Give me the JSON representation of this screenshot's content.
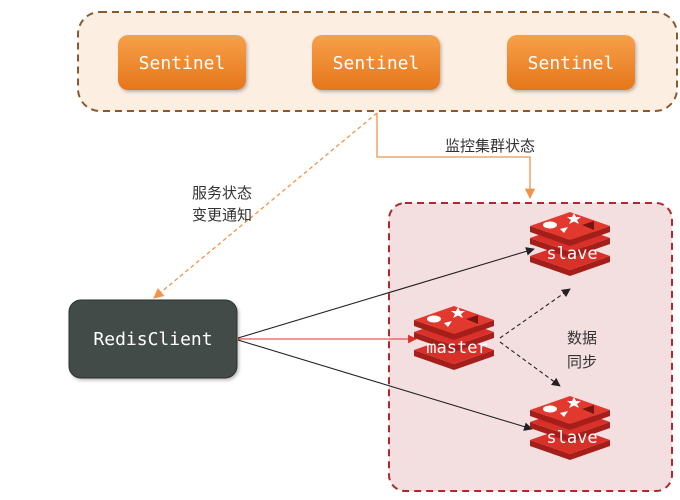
{
  "sentinels": [
    {
      "label": "Sentinel"
    },
    {
      "label": "Sentinel"
    },
    {
      "label": "Sentinel"
    }
  ],
  "client": {
    "label": "RedisClient"
  },
  "master": {
    "label": "master"
  },
  "slaves": [
    {
      "label": "slave"
    },
    {
      "label": "slave"
    }
  ],
  "annotations": {
    "monitor": "监控集群状态",
    "notify_line1": "服务状态",
    "notify_line2": "变更通知",
    "sync_line1": "数据",
    "sync_line2": "同步"
  },
  "colors": {
    "sentinel_area_fill": "#fdeee2",
    "sentinel_area_border": "#8a5a2b",
    "sentinel_button": "#f08a24",
    "cluster_area_fill": "#f4dfe0",
    "cluster_area_border": "#b0272d",
    "client_fill": "#424c47",
    "redis_red": "#d9302a",
    "orange_line": "#f0944a",
    "connector": "#222222"
  },
  "icons": {
    "redis": "redis-logo-icon"
  }
}
